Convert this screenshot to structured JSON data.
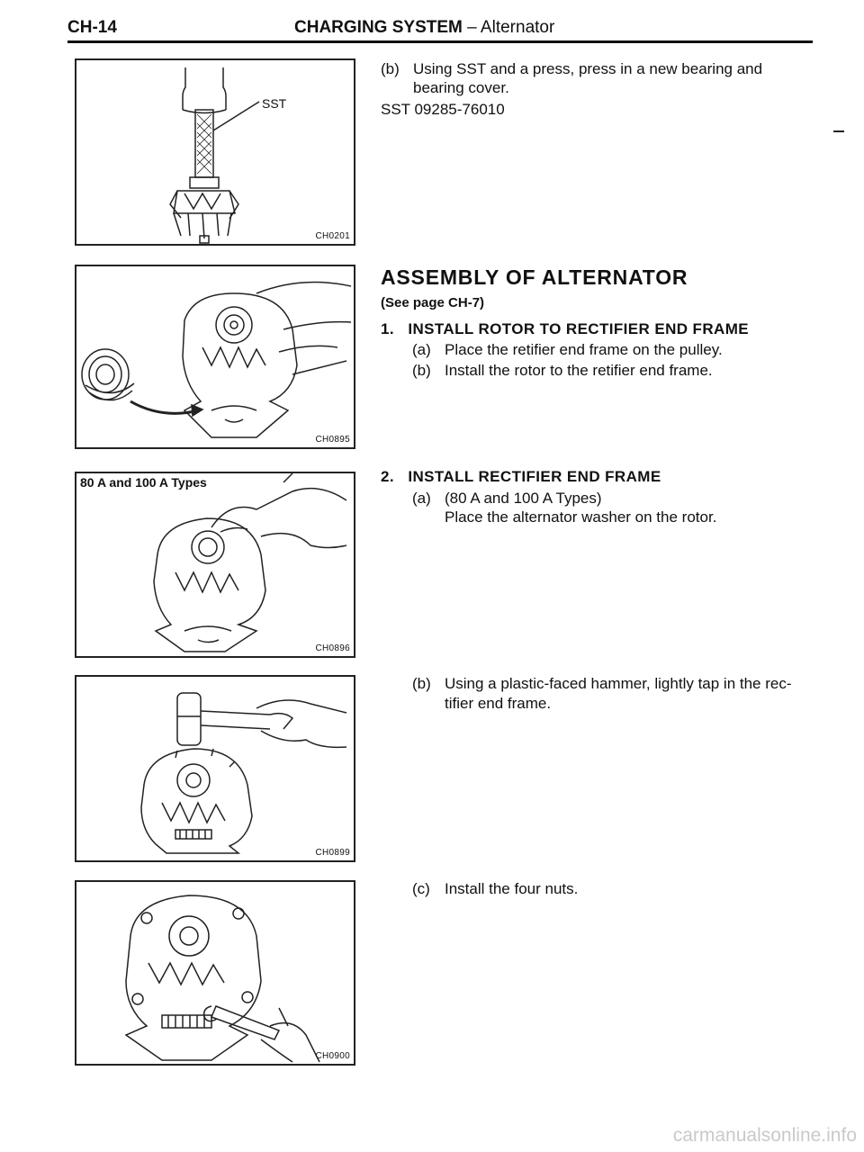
{
  "header": {
    "page_number": "CH-14",
    "section_bold": "CHARGING SYSTEM",
    "section_rest": " – Alternator"
  },
  "figures": [
    {
      "code": "CH0201",
      "label": "SST",
      "icon": "rotor-press-sst-illustration"
    },
    {
      "code": "CH0895",
      "icon": "pulley-rotor-frame-illustration"
    },
    {
      "code": "CH0896",
      "caption": "80 A and 100 A Types",
      "icon": "washer-on-rotor-illustration"
    },
    {
      "code": "CH0899",
      "icon": "hammer-tap-illustration"
    },
    {
      "code": "CH0900",
      "icon": "wrench-nuts-illustration"
    }
  ],
  "content": {
    "bearing_step": {
      "label": "(b)",
      "text_line1": "Using SST and a press, press in a new bearing and",
      "text_line2": "bearing cover.",
      "sst_ref": "SST 09285-76010"
    },
    "assembly_heading": "ASSEMBLY OF ALTERNATOR",
    "assembly_ref": "(See page CH-7)",
    "step1": {
      "title": "1.   INSTALL ROTOR TO RECTIFIER END FRAME",
      "a_label": "(a)",
      "a_text": "Place the retifier end frame on the pulley.",
      "b_label": "(b)",
      "b_text": "Install the rotor to the retifier end frame."
    },
    "step2": {
      "title": "2.   INSTALL RECTIFIER END FRAME",
      "a_label": "(a)",
      "a_text_line1": "(80 A and 100 A Types)",
      "a_text_line2": "Place the alternator washer on the rotor.",
      "b_label": "(b)",
      "b_text_line1": "Using a plastic-faced hammer, lightly tap in the rec-",
      "b_text_line2": "tifier end frame.",
      "c_label": "(c)",
      "c_text": "Install the four nuts."
    }
  },
  "watermark": "carmanualsonline.info"
}
